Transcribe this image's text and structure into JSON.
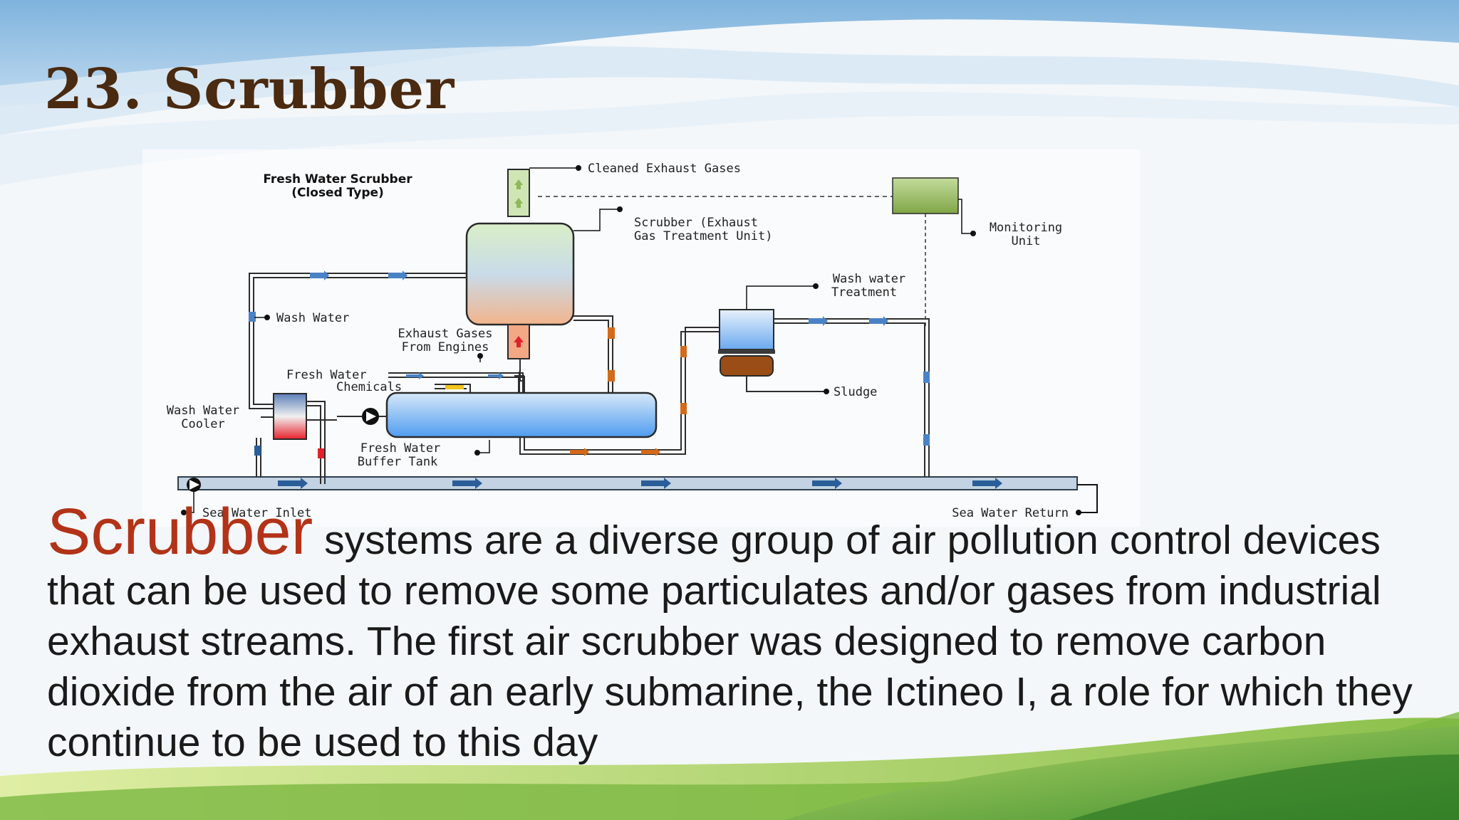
{
  "slide": {
    "title": "23. Scrubber",
    "body_lead": "Scrubber",
    "body_text": " systems are a diverse group of air pollution control devices that can be used to remove some particulates and/or gases from industrial exhaust streams. The first air scrubber was designed to remove carbon dioxide from the air of an early submarine, the Ictineo I, a role for which they continue to be used to this day"
  },
  "diagram": {
    "heading_line1": "Fresh Water Scrubber",
    "heading_line2": "(Closed Type)",
    "labels": {
      "cleaned_exhaust": "Cleaned  Exhaust Gases",
      "scrubber_line1": "Scrubber (Exhaust",
      "scrubber_line2": "Gas Treatment Unit)",
      "monitoring_line1": "Monitoring",
      "monitoring_line2": "Unit",
      "wash_treat_line1": "Wash water",
      "wash_treat_line2": "Treatment",
      "wash_water": "Wash Water",
      "exhaust_line1": "Exhaust Gases",
      "exhaust_line2": "From Engines",
      "fresh_water": "Fresh Water",
      "chemicals": "Chemicals",
      "cooler_line1": "Wash Water",
      "cooler_line2": "Cooler",
      "buffer_line1": "Fresh Water",
      "buffer_line2": "Buffer Tank",
      "sludge": "Sludge",
      "sea_inlet": "Sea Water Inlet",
      "sea_return": "Sea Water Return"
    }
  },
  "colors": {
    "title": "#4a2a10",
    "lead": "#b23318",
    "pipe_sea": "#c3d3e3",
    "arrow_blue": "#2b5e99",
    "arrow_orange": "#d46a1a",
    "monitor_green": "#8cb04f",
    "sludge_brown": "#9a4d16"
  }
}
